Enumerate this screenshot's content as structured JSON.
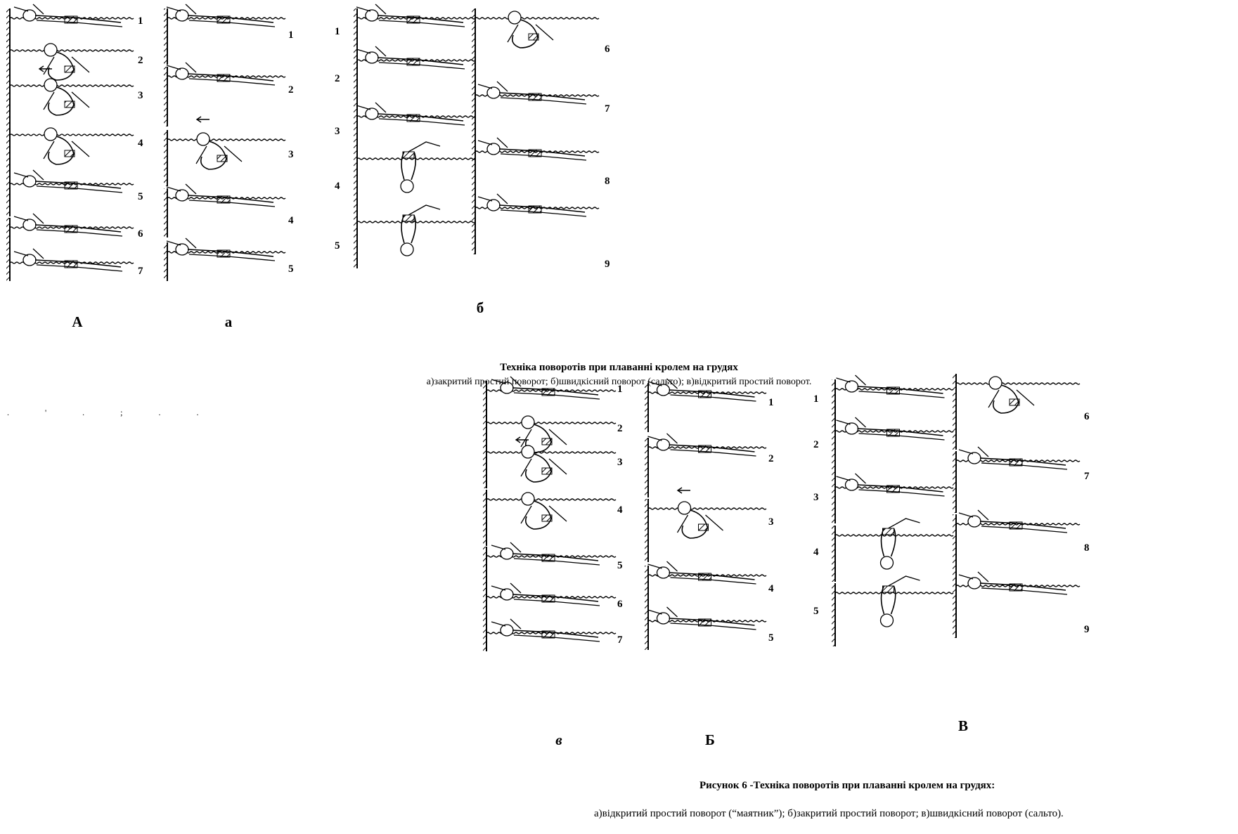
{
  "top": {
    "panel_A": {
      "label": "А",
      "steps": [
        "1",
        "2",
        "3",
        "4",
        "5",
        "6",
        "7"
      ]
    },
    "panel_a": {
      "label": "а",
      "steps": [
        "1",
        "2",
        "3",
        "4",
        "5"
      ]
    },
    "panel_b": {
      "label": "б",
      "steps": [
        "1",
        "2",
        "3",
        "4",
        "5",
        "6",
        "7",
        "8",
        "9"
      ]
    },
    "caption_title": "Техніка поворотів при плаванні кролем на грудях",
    "caption_sub": "а)закритий простий поворот; б)швидкісний поворот (сальто); в)відкритий простий поворот."
  },
  "stray_marks": ". ' . ; . .",
  "bottom": {
    "panel_v": {
      "label": "в",
      "steps": [
        "1",
        "2",
        "3",
        "4",
        "5",
        "6",
        "7"
      ]
    },
    "panel_B": {
      "label": "Б",
      "steps": [
        "1",
        "2",
        "3",
        "4",
        "5"
      ]
    },
    "panel_V": {
      "label": "В",
      "steps": [
        "1",
        "2",
        "3",
        "4",
        "5",
        "6",
        "7",
        "8",
        "9"
      ]
    },
    "caption_title": "Рисунок 6 -Техніка поворотів при плаванні кролем на грудях:",
    "caption_sub": "а)відкритий простий поворот (“маятник”); б)закритий простий поворот; в)швидкісний поворот (сальто)."
  },
  "icons": [
    "pool-wall-icon",
    "water-surface-icon",
    "swimmer-figure-icon",
    "direction-arrow-icon"
  ]
}
